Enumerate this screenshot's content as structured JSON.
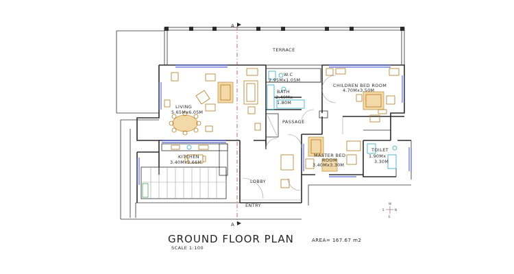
{
  "plan": {
    "title": "GROUND FLOOR PLAN",
    "scale": "SCALE 1:100",
    "area": "AREA= 167.67 m2",
    "section_mark_top": "A",
    "section_mark_bottom": "A",
    "rooms": {
      "terrace": {
        "name": "TERRACE"
      },
      "wc": {
        "name": "W.C",
        "dims": "2.95Mx1.05M"
      },
      "children_bedroom": {
        "name": "CHILDREN BED ROOM",
        "dims": "4.70Mx3.50M"
      },
      "bath": {
        "name": "BATH",
        "dims_a": "2.40Mx",
        "dims_b": "1.80M"
      },
      "living": {
        "name": "LIVING",
        "dims": "5.65Mx6.05M"
      },
      "passage": {
        "name": "PASSAGE"
      },
      "kitchen": {
        "name": "KITCHEN",
        "dims": "3.40Mx3.66M"
      },
      "master_bedroom": {
        "name_a": "MASTER BED",
        "name_b": "ROOM",
        "dims": "3.40Mx3.30M"
      },
      "toilet": {
        "name_a": "TOILET",
        "dims_a": "1.90Mx",
        "dims_b": "3.30M"
      },
      "lobby": {
        "name": "LOBBY"
      },
      "entry": {
        "name": "ENTRY"
      }
    },
    "compass": {
      "n": "N",
      "s": "S",
      "e": "E",
      "w": "W"
    }
  },
  "colors": {
    "wall": "#2b2b2b",
    "window": "#2a3fd0",
    "furniture": "#b3791c",
    "fixture": "#23a7c9",
    "section_line": "#c0394a"
  }
}
